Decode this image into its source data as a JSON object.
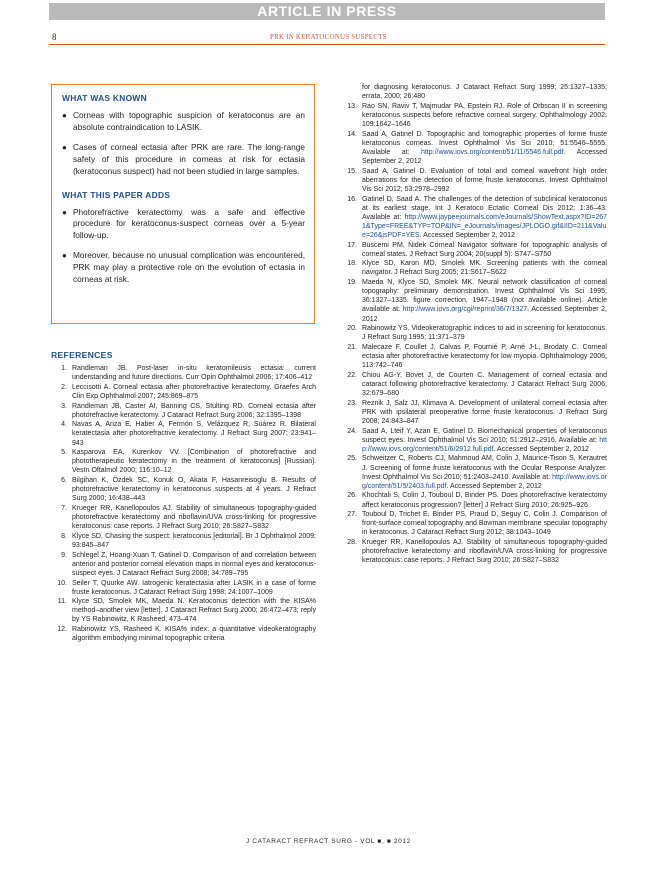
{
  "banner": "ARTICLE IN PRESS",
  "page_number": "8",
  "running_head": "PRK IN KERATOCONUS SUSPECTS",
  "box": {
    "known_title": "WHAT WAS KNOWN",
    "known_items": [
      "Corneas with topographic suspicion of keratoconus are an absolute contraindication to LASIK.",
      "Cases of corneal ectasia after PRK are rare. The long-range safety of this procedure in corneas at risk for ectasia (keratoconus suspect) had not been studied in large samples."
    ],
    "adds_title": "WHAT THIS PAPER ADDS",
    "adds_items": [
      "Photorefractive keratectomy was a safe and effective procedure for keratoconus-suspect corneas over a 5-year follow-up.",
      "Moreover, because no unusual complication was encountered, PRK may play a protective role on the evolution of ectasia in corneas at risk."
    ]
  },
  "references_title": "REFERENCES",
  "references_left": [
    {
      "n": "1.",
      "text": "Randleman JB. Post-laser in-situ keratomileusis ectasia: current understanding and future directions. Curr Opin Ophthalmol 2006; 17:406–412"
    },
    {
      "n": "2.",
      "text": "Leccisotti A. Corneal ectasia after photorefractive keratectomy. Graefes Arch Clin Exp Ophthalmol 2007; 245:869–875"
    },
    {
      "n": "3.",
      "text": "Randleman JB, Caster AI, Banning CS, Stulting RD. Corneal ectasia after photorefractive keratectomy. J Cataract Refract Surg 2006; 32:1395–1398"
    },
    {
      "n": "4.",
      "text": "Navas A, Ariza E, Haber A, Fermón S, Velázquez R, Suárez R. Bilateral keratectasia after photorefractive keratectomy. J Refract Surg 2007; 23:941–943"
    },
    {
      "n": "5.",
      "text": "Kasparova EA, Kurenkov VV. [Combination of photorefractive and phototherapeutic keratectomy in the treatment of keratoconus] [Russian]. Vestn Oftalmol 2000; 116:10–12"
    },
    {
      "n": "6.",
      "text": "Bilgihan K, Özdek SC, Konuk O, Akata F, Hasanreisoglu B. Results of photorefractive keratectomy in keratoconus suspects at 4 years. J Refract Surg 2000; 16:438–443"
    },
    {
      "n": "7.",
      "text": "Krueger RR, Kanellopoulos AJ. Stability of simultaneous topography-guided photorefractive keratectomy and riboflavin/UVA cross-linking for progressive keratoconus: case reports. J Refract Surg 2010; 26:S827–S832"
    },
    {
      "n": "8.",
      "text": "Klyce SD. Chasing the suspect: keratoconus [editorial]. Br J Ophthalmol 2009; 93:845–847"
    },
    {
      "n": "9.",
      "text": "Schlegel Z, Hoang-Xuan T, Gatinel D. Comparison of and correlation between anterior and posterior corneal elevation maps in normal eyes and keratoconus-suspect eyes. J Cataract Refract Surg 2008; 34:789–795"
    },
    {
      "n": "10.",
      "text": "Seiler T, Quurke AW. Iatrogenic keratectasia after LASIK in a case of forme fruste keratoconus. J Cataract Refract Surg 1998; 24:1007–1009"
    },
    {
      "n": "11.",
      "text": "Klyce SD, Smolek MK, Maeda N. Keratoconus detection with the KISA% method–another view [letter]. J Cataract Refract Surg 2000; 26:472–473; reply by YS Rabinowitz, K Rasheed, 473–474"
    },
    {
      "n": "12.",
      "text": "Rabinowitz YS, Rasheed K. KISA% index: a quantitative videokeratography algorithm embodying minimal topographic criteria"
    }
  ],
  "references_right": [
    {
      "n": "",
      "text": "for diagnosing keratoconus. J Cataract Refract Surg 1999; 25:1327–1335; errata, 2000; 26:480"
    },
    {
      "n": "13.",
      "text": "Rao SN, Raviv T, Majmudar PA, Epstein RJ. Role of Orbscan II in screening keratoconus suspects before refractive corneal surgery. Ophthalmology 2002; 109:1642–1646"
    },
    {
      "n": "14.",
      "text": "Saad A, Gatinel D. Topographic and tomographic properties of forme fruste keratoconus corneas. Invest Ophthalmol Vis Sci 2010; 51:5546–5555. Available at: ",
      "link": "http://www.iovs.org/content/51/11/5546.full.pdf",
      "after": ". Accessed September 2, 2012"
    },
    {
      "n": "15.",
      "text": "Saad A, Gatinel D. Evaluation of total and corneal wavefront high order aberrations for the detection of forme fruste keratoconus. Invest Ophthalmol Vis Sci 2012; 53:2978–2992"
    },
    {
      "n": "16.",
      "text": "Gatinel D, Saad A. The challenges of the detection of subclinical keratoconus at its earliest stage. Int J Keratoco Ectatic Corneal Dis 2012; 1:36–43. Available at: ",
      "link": "http://www.jaypeejournals.com/eJournals/ShowText.aspx?ID=2671&Type=FREE&TYP=TOP&IN=_eJournals/images/JPLOGO.gif&IID=211&Value=26&isPDF=YES",
      "after": ". Accessed September 2, 2012"
    },
    {
      "n": "17.",
      "text": "Buscemi PM. Nidek Corneal Navigator software for topographic analysis of corneal states. J Refract Surg 2004; 20(suppl 5): S747–S750"
    },
    {
      "n": "18.",
      "text": "Klyce SD, Karon MD, Smolek MK. Screening patients with the corneal navigator. J Refract Surg 2005; 21:S617–S622"
    },
    {
      "n": "19.",
      "text": "Maeda N, Klyce SD, Smolek MK. Neural network classification of corneal topography: preliminary demonstration. Invest Ophthalmol Vis Sci 1995; 36:1327–1335. figure correction, 1947–1948 (not available online). Article available at: ",
      "link": "http://www.iovs.org/cgi/reprint/36/7/1327",
      "after": ". Accessed September 2, 2012"
    },
    {
      "n": "20.",
      "text": "Rabinowitz YS. Videokeratographic indices to aid in screening for keratoconus. J Refract Surg 1995; 11:371–379"
    },
    {
      "n": "21.",
      "text": "Malecaze F, Coullet J, Calvas P, Fournié P, Arné J-L, Brodaty C. Corneal ectasia after photorefractive keratectomy for low myopia. Ophthalmology 2006; 113:742–746"
    },
    {
      "n": "22.",
      "text": "Chiou AG-Y, Bovet J, de Courten C. Management of corneal ectasia and cataract following photorefractive keratectomy. J Cataract Refract Surg 2006; 32:679–680"
    },
    {
      "n": "23.",
      "text": "Reznik J, Salz JJ, Klimava A. Development of unilateral corneal ectasia after PRK with ipsilateral preoperative forme fruste keratoconus. J Refract Surg 2008; 24:843–847"
    },
    {
      "n": "24.",
      "text": "Saad A, Lteif Y, Azan E, Gatinel D. Biomechanical properties of keratoconus suspect eyes. Invest Ophthalmol Vis Sci 2010; 51:2912–2916. Available at: ",
      "link": "http://www.iovs.org/content/51/6/2912.full.pdf",
      "after": ". Accessed September 2, 2012"
    },
    {
      "n": "25.",
      "text": "Schweitzer C, Roberts CJ, Mahmoud AM, Colin J, Maurice-Tison S, Kerautret J. Screening of forme fruste keratoconus with the Ocular Response Analyzer. Invest Ophthalmol Vis Sci 2010; 51:2403–2410. Available at: ",
      "link": "http://www.iovs.org/content/51/5/2403.full.pdf",
      "after": ". Accessed September 2, 2012"
    },
    {
      "n": "26.",
      "text": "Khochtali S, Colin J, Touboul D, Binder PS. Does photorefractive keratectomy affect keratoconus progression? [letter] J Refract Surg 2010; 26:925–926"
    },
    {
      "n": "27.",
      "text": "Touboul D, Trichet E, Binder PS, Praud D, Seguy C, Colin J. Comparison of front-surface corneal topography and Bowman membrane specular topography in keratoconus. J Cataract Refract Surg 2012; 38:1043–1049"
    },
    {
      "n": "28.",
      "text": "Krueger RR, Kanellopoulos AJ. Stability of simultaneous topography-guided photorefractive keratectomy and riboflavin/UVA cross-linking for progressive keratoconus: case reports. J Refract Surg 2010; 26:S827–S832"
    }
  ],
  "footer": "J CATARACT REFRACT SURG - VOL ■, ■ 2012"
}
